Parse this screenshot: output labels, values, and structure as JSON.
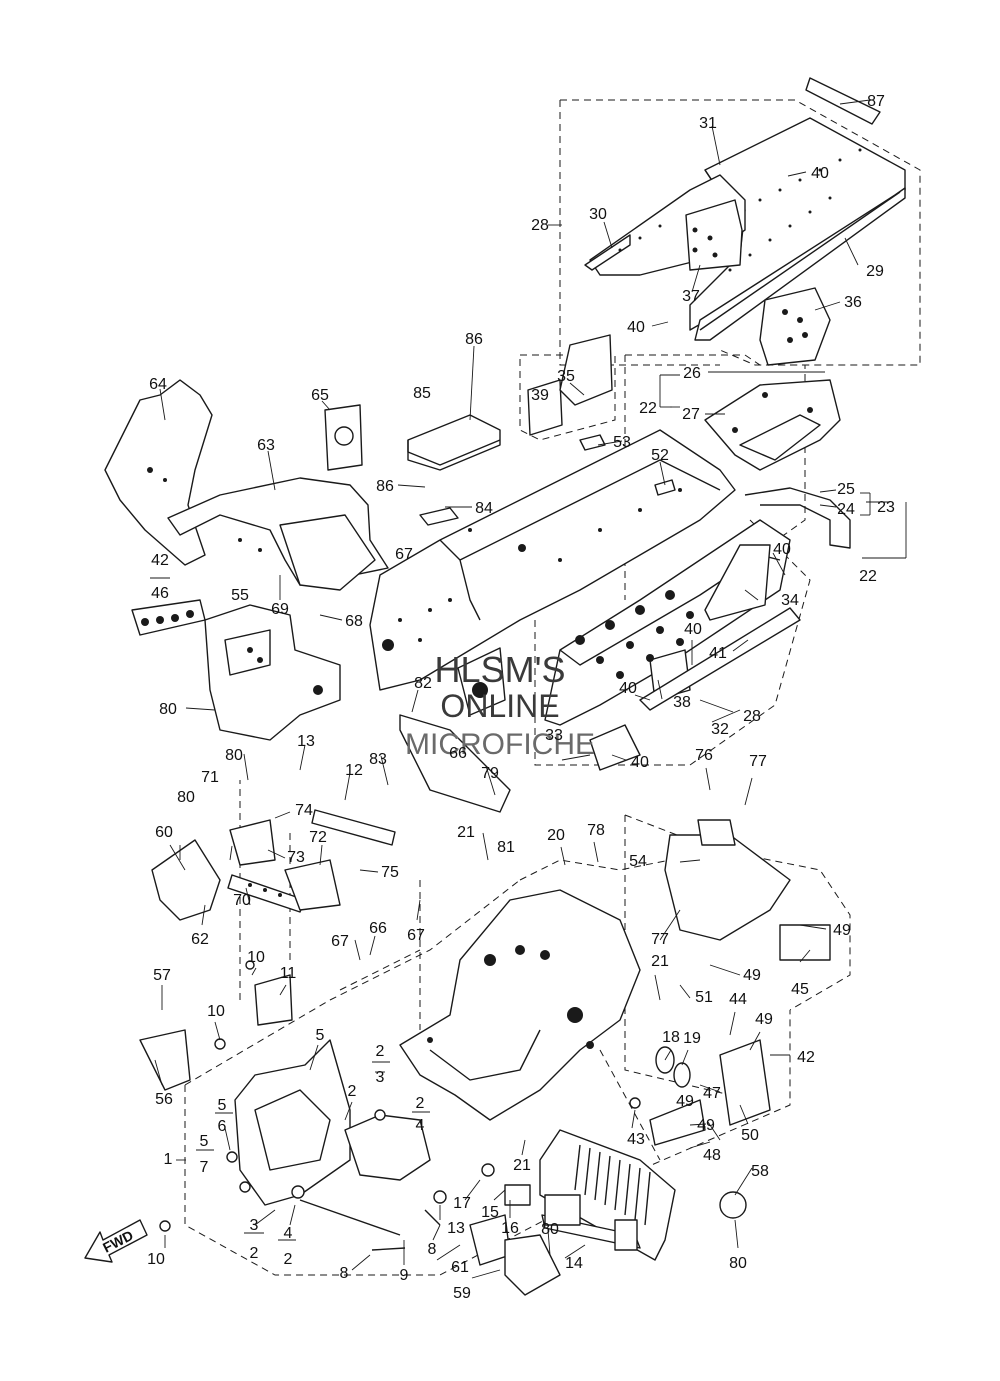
{
  "watermark": {
    "line1": "HLSM'S",
    "line2": "ONLINE",
    "line3": "MICROFICHE"
  },
  "fwd_label": "FWD",
  "callouts": [
    {
      "id": "c87",
      "text": "87"
    },
    {
      "id": "c31",
      "text": "31"
    },
    {
      "id": "c40a",
      "text": "40"
    },
    {
      "id": "c28a",
      "text": "28"
    },
    {
      "id": "c30",
      "text": "30"
    },
    {
      "id": "c29",
      "text": "29"
    },
    {
      "id": "c37",
      "text": "37"
    },
    {
      "id": "c36",
      "text": "36"
    },
    {
      "id": "c40b",
      "text": "40"
    },
    {
      "id": "c86a",
      "text": "86"
    },
    {
      "id": "c35",
      "text": "35"
    },
    {
      "id": "c39",
      "text": "39"
    },
    {
      "id": "c26",
      "text": "26"
    },
    {
      "id": "c22a",
      "text": "22"
    },
    {
      "id": "c27",
      "text": "27"
    },
    {
      "id": "c64",
      "text": "64"
    },
    {
      "id": "c65",
      "text": "65"
    },
    {
      "id": "c85",
      "text": "85"
    },
    {
      "id": "c63",
      "text": "63"
    },
    {
      "id": "c53",
      "text": "53"
    },
    {
      "id": "c52",
      "text": "52"
    },
    {
      "id": "c86b",
      "text": "86"
    },
    {
      "id": "c84",
      "text": "84"
    },
    {
      "id": "c25",
      "text": "25"
    },
    {
      "id": "c23",
      "text": "23"
    },
    {
      "id": "c24",
      "text": "24"
    },
    {
      "id": "c67a",
      "text": "67"
    },
    {
      "id": "c22b",
      "text": "22"
    },
    {
      "id": "c40c",
      "text": "40"
    },
    {
      "id": "c42a",
      "text": "42"
    },
    {
      "id": "c46",
      "text": "46"
    },
    {
      "id": "c69",
      "text": "69"
    },
    {
      "id": "c68",
      "text": "68"
    },
    {
      "id": "c34",
      "text": "34"
    },
    {
      "id": "c55",
      "text": "55"
    },
    {
      "id": "c40d",
      "text": "40"
    },
    {
      "id": "c41",
      "text": "41"
    },
    {
      "id": "c82",
      "text": "82"
    },
    {
      "id": "c40e",
      "text": "40"
    },
    {
      "id": "c38",
      "text": "38"
    },
    {
      "id": "c28b",
      "text": "28"
    },
    {
      "id": "c80a",
      "text": "80"
    },
    {
      "id": "c32",
      "text": "32"
    },
    {
      "id": "c13a",
      "text": "13"
    },
    {
      "id": "c80b",
      "text": "80"
    },
    {
      "id": "c83",
      "text": "83"
    },
    {
      "id": "c66a",
      "text": "66"
    },
    {
      "id": "c33",
      "text": "33"
    },
    {
      "id": "c40f",
      "text": "40"
    },
    {
      "id": "c79",
      "text": "79"
    },
    {
      "id": "c12",
      "text": "12"
    },
    {
      "id": "c76",
      "text": "76"
    },
    {
      "id": "c77a",
      "text": "77"
    },
    {
      "id": "c71",
      "text": "71"
    },
    {
      "id": "c74",
      "text": "74"
    },
    {
      "id": "c80c",
      "text": "80"
    },
    {
      "id": "c81",
      "text": "81"
    },
    {
      "id": "c21a",
      "text": "21"
    },
    {
      "id": "c20",
      "text": "20"
    },
    {
      "id": "c78",
      "text": "78"
    },
    {
      "id": "c60",
      "text": "60"
    },
    {
      "id": "c73",
      "text": "73"
    },
    {
      "id": "c72",
      "text": "72"
    },
    {
      "id": "c54",
      "text": "54"
    },
    {
      "id": "c75",
      "text": "75"
    },
    {
      "id": "c70",
      "text": "70"
    },
    {
      "id": "c62",
      "text": "62"
    },
    {
      "id": "c67b",
      "text": "67"
    },
    {
      "id": "c66b",
      "text": "66"
    },
    {
      "id": "c67c",
      "text": "67"
    },
    {
      "id": "c77b",
      "text": "77"
    },
    {
      "id": "c49a",
      "text": "49"
    },
    {
      "id": "c10a",
      "text": "10"
    },
    {
      "id": "c11",
      "text": "11"
    },
    {
      "id": "c21b",
      "text": "21"
    },
    {
      "id": "c49b",
      "text": "49"
    },
    {
      "id": "c45",
      "text": "45"
    },
    {
      "id": "c57",
      "text": "57"
    },
    {
      "id": "c51",
      "text": "51"
    },
    {
      "id": "c44",
      "text": "44"
    },
    {
      "id": "c10b",
      "text": "10"
    },
    {
      "id": "c49c",
      "text": "49"
    },
    {
      "id": "c5a",
      "text": "5"
    },
    {
      "id": "c2a",
      "text": "2"
    },
    {
      "id": "c3a",
      "text": "3"
    },
    {
      "id": "c18",
      "text": "18"
    },
    {
      "id": "c19",
      "text": "19"
    },
    {
      "id": "c42b",
      "text": "42"
    },
    {
      "id": "c56",
      "text": "56"
    },
    {
      "id": "c2b",
      "text": "2"
    },
    {
      "id": "c47",
      "text": "47"
    },
    {
      "id": "c5b",
      "text": "5"
    },
    {
      "id": "c6",
      "text": "6"
    },
    {
      "id": "c2c",
      "text": "2"
    },
    {
      "id": "c4a",
      "text": "4"
    },
    {
      "id": "c49d",
      "text": "49"
    },
    {
      "id": "c43",
      "text": "43"
    },
    {
      "id": "c49e",
      "text": "49"
    },
    {
      "id": "c50",
      "text": "50"
    },
    {
      "id": "c1",
      "text": "1"
    },
    {
      "id": "c5c",
      "text": "5"
    },
    {
      "id": "c7",
      "text": "7"
    },
    {
      "id": "c48",
      "text": "48"
    },
    {
      "id": "c21c",
      "text": "21"
    },
    {
      "id": "c58",
      "text": "58"
    },
    {
      "id": "c17",
      "text": "17"
    },
    {
      "id": "c15",
      "text": "15"
    },
    {
      "id": "c13b",
      "text": "13"
    },
    {
      "id": "c16",
      "text": "16"
    },
    {
      "id": "c3b",
      "text": "3"
    },
    {
      "id": "c2d",
      "text": "2"
    },
    {
      "id": "c4b",
      "text": "4"
    },
    {
      "id": "c2e",
      "text": "2"
    },
    {
      "id": "c80d",
      "text": "80"
    },
    {
      "id": "c14",
      "text": "14"
    },
    {
      "id": "c10c",
      "text": "10"
    },
    {
      "id": "c8a",
      "text": "8"
    },
    {
      "id": "c8b",
      "text": "8"
    },
    {
      "id": "c9",
      "text": "9"
    },
    {
      "id": "c61",
      "text": "61"
    },
    {
      "id": "c59",
      "text": "59"
    },
    {
      "id": "c80e",
      "text": "80"
    }
  ]
}
